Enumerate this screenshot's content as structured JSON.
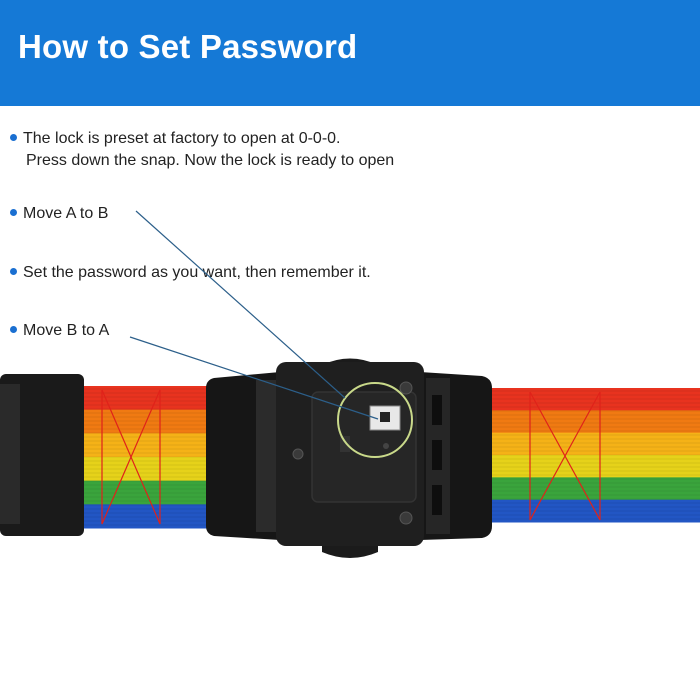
{
  "header": {
    "title": "How to Set Password",
    "background": "#1579d6"
  },
  "steps": [
    {
      "text": "The lock is preset at factory to open at 0-0-0."
    },
    {
      "text": "Move A to B"
    },
    {
      "text": "Set the password as you want, then remember it."
    },
    {
      "text": "Move B to A"
    }
  ],
  "step1_line2": "Press down the snap. Now the lock is ready to open",
  "colors": {
    "bullet": "#1a6fd1",
    "strap_stripes": [
      "#e8331f",
      "#f07a12",
      "#f5b217",
      "#e6d21a",
      "#3aa43c",
      "#2256c4"
    ],
    "buckle": "#1c1c1c",
    "highlight_circle": "#c9d98a",
    "pointer_line": "#2c5f8a",
    "stitch": "#e0221a"
  },
  "icons": [
    "lock-dial-icon",
    "screw-icon"
  ]
}
